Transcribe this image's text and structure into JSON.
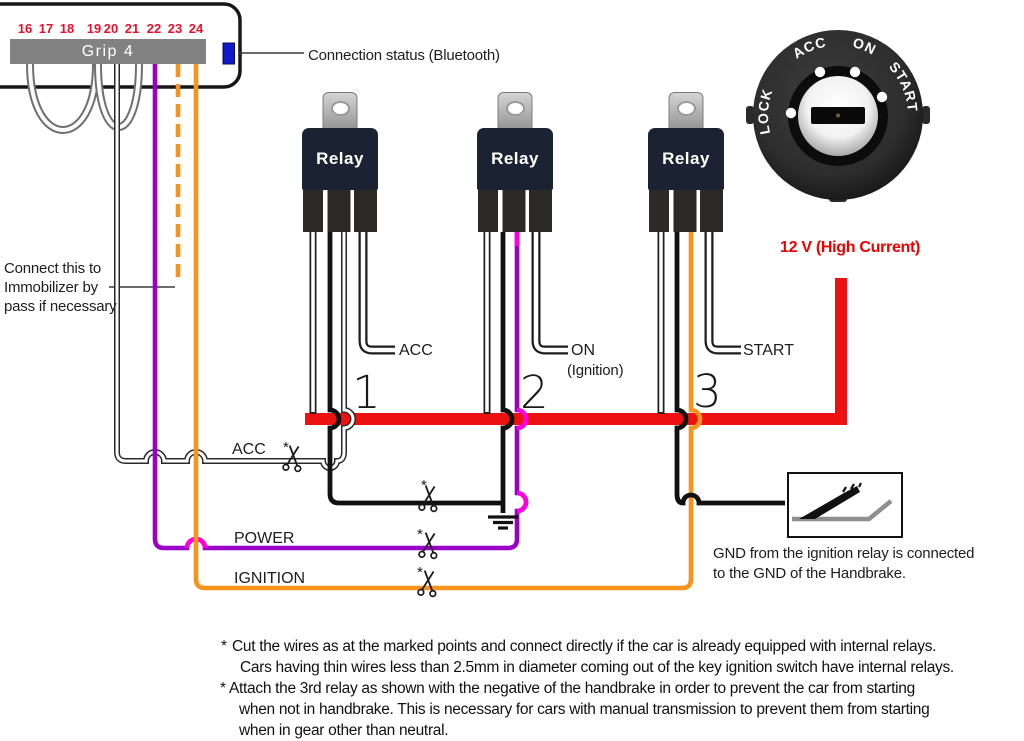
{
  "colors": {
    "high_current_red": "#ee1111",
    "power_purple": "#9b00c8",
    "hop_magenta": "#ff00dd",
    "ignition_orange": "#f7941d",
    "pin_number_red": "#e8112d",
    "led_blue": "#1018c9",
    "label_red": "#ee0000"
  },
  "device": {
    "pin_numbers": [
      "16",
      "17",
      "18",
      "19",
      "20",
      "21",
      "22",
      "23",
      "24"
    ],
    "grip_label": "Grip 4",
    "led_note": "Connection status (Bluetooth)"
  },
  "immobilizer_note": {
    "lines": [
      "Connect this to",
      "Immobilizer by",
      "pass if necessary"
    ]
  },
  "relays": [
    {
      "label": "Relay",
      "number": "1",
      "output": "ACC",
      "output_sub": ""
    },
    {
      "label": "Relay",
      "number": "2",
      "output": "ON",
      "output_sub": "(Ignition)"
    },
    {
      "label": "Relay",
      "number": "3",
      "output": "START",
      "output_sub": ""
    }
  ],
  "wire_labels": {
    "acc": "ACC",
    "power": "POWER",
    "ignition": "IGNITION"
  },
  "power_label": "12 V (High Current)",
  "key_switch": {
    "positions": [
      "LOCK",
      "ACC",
      "ON",
      "START"
    ]
  },
  "cut": {
    "marker": "*"
  },
  "handbrake_note": {
    "lines": [
      "GND from the ignition relay is connected",
      "to the GND of the Handbrake."
    ]
  },
  "footnotes": {
    "marker": "*",
    "note1_line1": "Cut the wires as at the marked points  and connect directly if the car is already equipped with internal relays.",
    "note1_line2": "Cars having thin wires less than 2.5mm in diameter coming out of the key ignition switch have internal relays.",
    "note2_line1": "Attach the 3rd relay as shown with the negative of the handbrake in order to prevent the car from starting",
    "note2_line2": "when not in handbrake. This is necessary for cars with manual transmission to prevent them from starting",
    "note2_line3": "when in gear other than neutral."
  }
}
